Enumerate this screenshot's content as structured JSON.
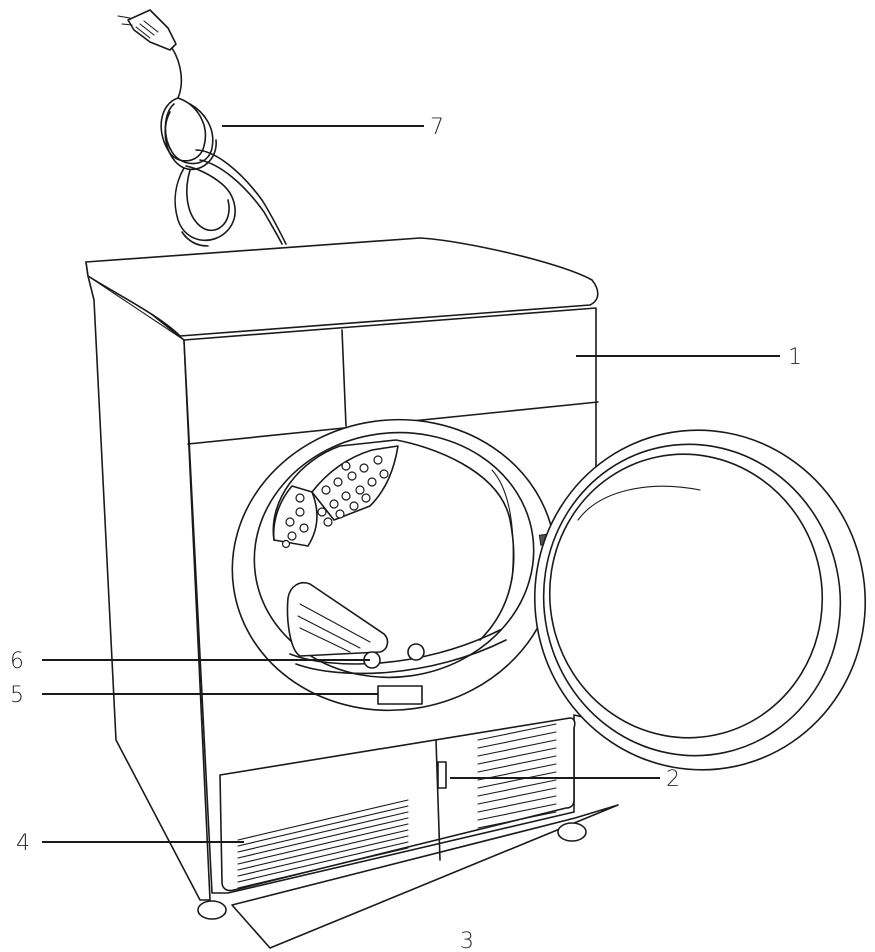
{
  "figure": {
    "subject": "tumble-dryer",
    "callouts": [
      {
        "id": "c1",
        "label": "1"
      },
      {
        "id": "c2",
        "label": "2"
      },
      {
        "id": "c3",
        "label": "3"
      },
      {
        "id": "c4",
        "label": "4"
      },
      {
        "id": "c5",
        "label": "5"
      },
      {
        "id": "c6",
        "label": "6"
      },
      {
        "id": "c7",
        "label": "7"
      }
    ],
    "line_color": "#1a1a1a",
    "background": "#ffffff"
  }
}
